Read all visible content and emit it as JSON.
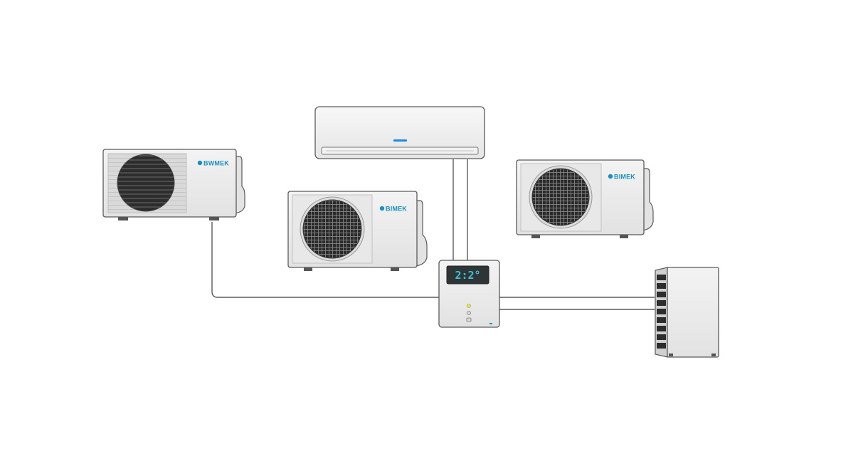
{
  "brand": {
    "name": "BIMEK",
    "unit_left_label": "BWMEK",
    "unit_middle_label": "BIMEK",
    "unit_right_label": "BIMEK"
  },
  "thermostat": {
    "display_value": "2:2°"
  },
  "colors": {
    "brand_text": "#1a8fc4",
    "display_bg": "#2f3537",
    "display_text": "#36c3d6",
    "indoor_indicator": "#1e88e5",
    "status_led": "#e8e84a",
    "unit_body": "#ececec",
    "unit_border": "#555555",
    "wire": "#555555"
  },
  "icons": {
    "fan": "fan-grille-icon",
    "led": "status-led-icon",
    "brand_mark": "brand-logo-icon"
  }
}
